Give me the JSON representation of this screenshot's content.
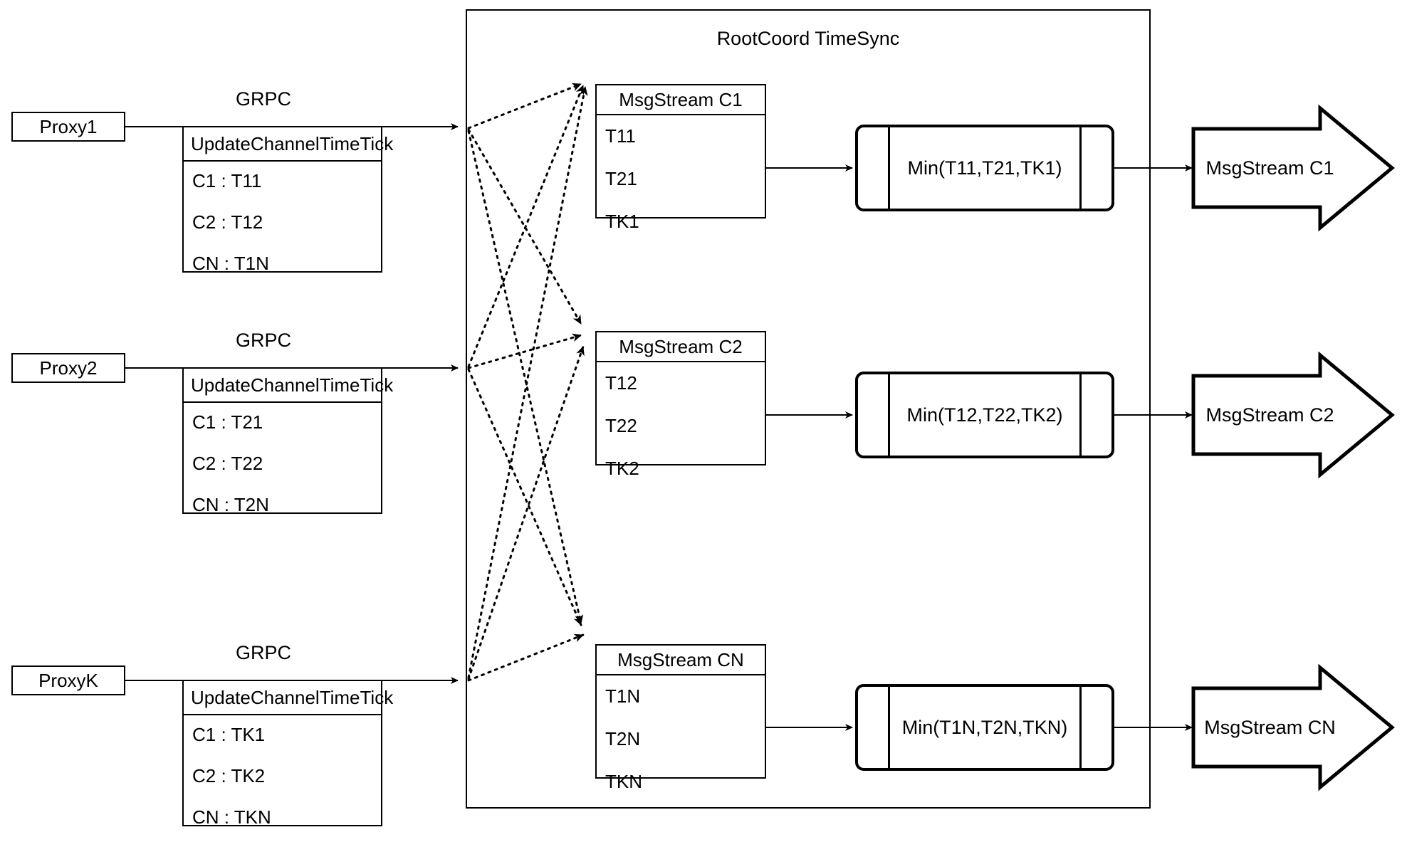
{
  "diagram": {
    "title": "RootCoord TimeSync",
    "container_label": "RootCoord TimeSync",
    "edge_label": "GRPC",
    "colors": {
      "stroke": "#000000",
      "background": "#ffffff"
    }
  },
  "proxies": [
    {
      "name": "Proxy1",
      "link_label": "GRPC",
      "request": {
        "title": "UpdateChannelTimeTick",
        "rows": [
          "C1 :  T11",
          "C2 :  T12",
          "CN : T1N"
        ]
      }
    },
    {
      "name": "Proxy2",
      "link_label": "GRPC",
      "request": {
        "title": "UpdateChannelTimeTick",
        "rows": [
          "C1 :  T21",
          "C2 :  T22",
          "CN : T2N"
        ]
      }
    },
    {
      "name": "ProxyK",
      "link_label": "GRPC",
      "request": {
        "title": "UpdateChannelTimeTick",
        "rows": [
          "C1 :  TK1",
          "C2 :  TK2",
          "CN : TKN"
        ]
      }
    }
  ],
  "channels": [
    {
      "msgstream": {
        "title": "MsgStream C1",
        "rows": [
          "T11",
          "T21",
          "TK1"
        ]
      },
      "process": {
        "label": "Min(T11,T21,TK1)"
      },
      "output": {
        "label": "MsgStream C1"
      }
    },
    {
      "msgstream": {
        "title": "MsgStream C2",
        "rows": [
          "T12",
          "T22",
          "TK2"
        ]
      },
      "process": {
        "label": "Min(T12,T22,TK2)"
      },
      "output": {
        "label": "MsgStream C2"
      }
    },
    {
      "msgstream": {
        "title": "MsgStream CN",
        "rows": [
          "T1N",
          "T2N",
          "TKN"
        ]
      },
      "process": {
        "label": "Min(T1N,T2N,TKN)"
      },
      "output": {
        "label": "MsgStream CN"
      }
    }
  ]
}
